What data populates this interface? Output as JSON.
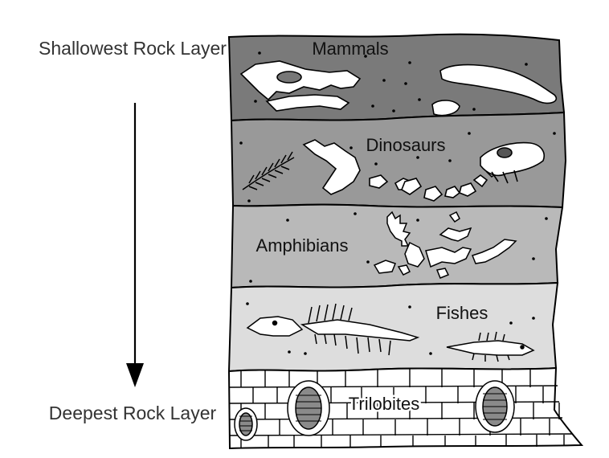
{
  "diagram": {
    "top_label": "Shallowest Rock Layer",
    "bottom_label": "Deepest Rock Layer",
    "layers": [
      {
        "id": "mammals",
        "label": "Mammals",
        "fill": "#7a7a7a"
      },
      {
        "id": "dinosaurs",
        "label": "Dinosaurs",
        "fill": "#999999"
      },
      {
        "id": "amphibians",
        "label": "Amphibians",
        "fill": "#b9b9b9"
      },
      {
        "id": "fishes",
        "label": "Fishes",
        "fill": "#dddddd"
      },
      {
        "id": "trilobites",
        "label": "Trilobites",
        "fill": "#ffffff"
      }
    ]
  }
}
